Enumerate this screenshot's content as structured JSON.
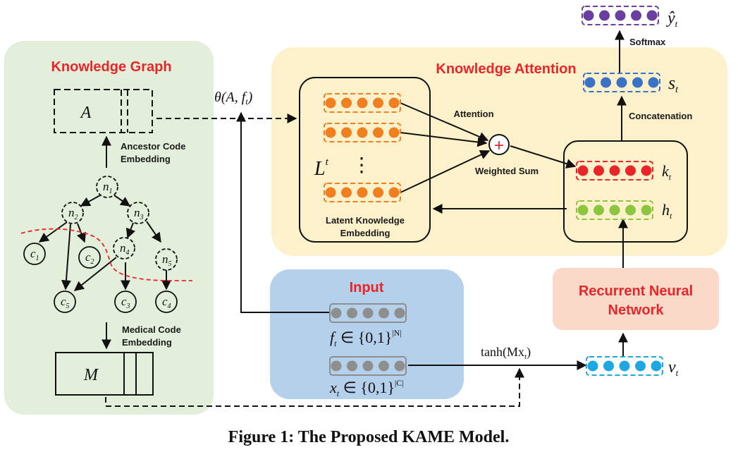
{
  "panels": {
    "knowledge_graph": {
      "title": "Knowledge Graph",
      "bg": "#e3eedb"
    },
    "knowledge_attention": {
      "title": "Knowledge Attention",
      "bg": "#fdf1cc"
    },
    "input": {
      "title": "Input",
      "bg": "#b4d0ea"
    },
    "rnn": {
      "title_line1": "Recurrent Neural",
      "title_line2": "Network",
      "bg": "#fbd9c9"
    }
  },
  "labels": {
    "ancestor_line1": "Ancestor Code",
    "ancestor_line2": "Embedding",
    "medical_line1": "Medical Code",
    "medical_line2": "Embedding",
    "latent_line1": "Latent Knowledge",
    "latent_line2": "Embedding",
    "attention": "Attention",
    "weighted_sum": "Weighted Sum",
    "concatenation": "Concatenation",
    "softmax": "Softmax",
    "plus": "+",
    "dots": "⋮"
  },
  "math": {
    "A": "A",
    "M": "M",
    "theta": "θ(A, f",
    "theta_sub": "t",
    "theta_close": ")",
    "Lt": "L",
    "Lt_sup": "t",
    "ft": "f",
    "ft_rest": " ∈ {0,1}",
    "ft_sup": "|N|",
    "xt": "x",
    "xt_rest": " ∈ {0,1}",
    "xt_sup": "|C|",
    "tanh": "tanh(Mx",
    "tanh_close": ")",
    "sub_t": "t",
    "yhat": "ŷ",
    "st": "s",
    "kt": "k",
    "ht": "h",
    "vt": "v"
  },
  "nodes": {
    "n1": "n",
    "n1_sub": "1",
    "n2": "n",
    "n2_sub": "2",
    "n3": "n",
    "n3_sub": "3",
    "n4": "n",
    "n4_sub": "4",
    "n5": "n",
    "n5_sub": "5",
    "c1": "c",
    "c1_sub": "1",
    "c2": "c",
    "c2_sub": "2",
    "c3": "c",
    "c3_sub": "3",
    "c4": "c",
    "c4_sub": "4",
    "c5": "c",
    "c5_sub": "5"
  },
  "colors": {
    "orange": "#f07f1f",
    "red": "#e8262a",
    "green": "#8cc63e",
    "blue": "#3a73c6",
    "purple": "#6b3fa0",
    "cyan": "#1ea7e1",
    "gray": "#8e8e8e"
  },
  "caption": "Figure 1: The Proposed KAME Model."
}
